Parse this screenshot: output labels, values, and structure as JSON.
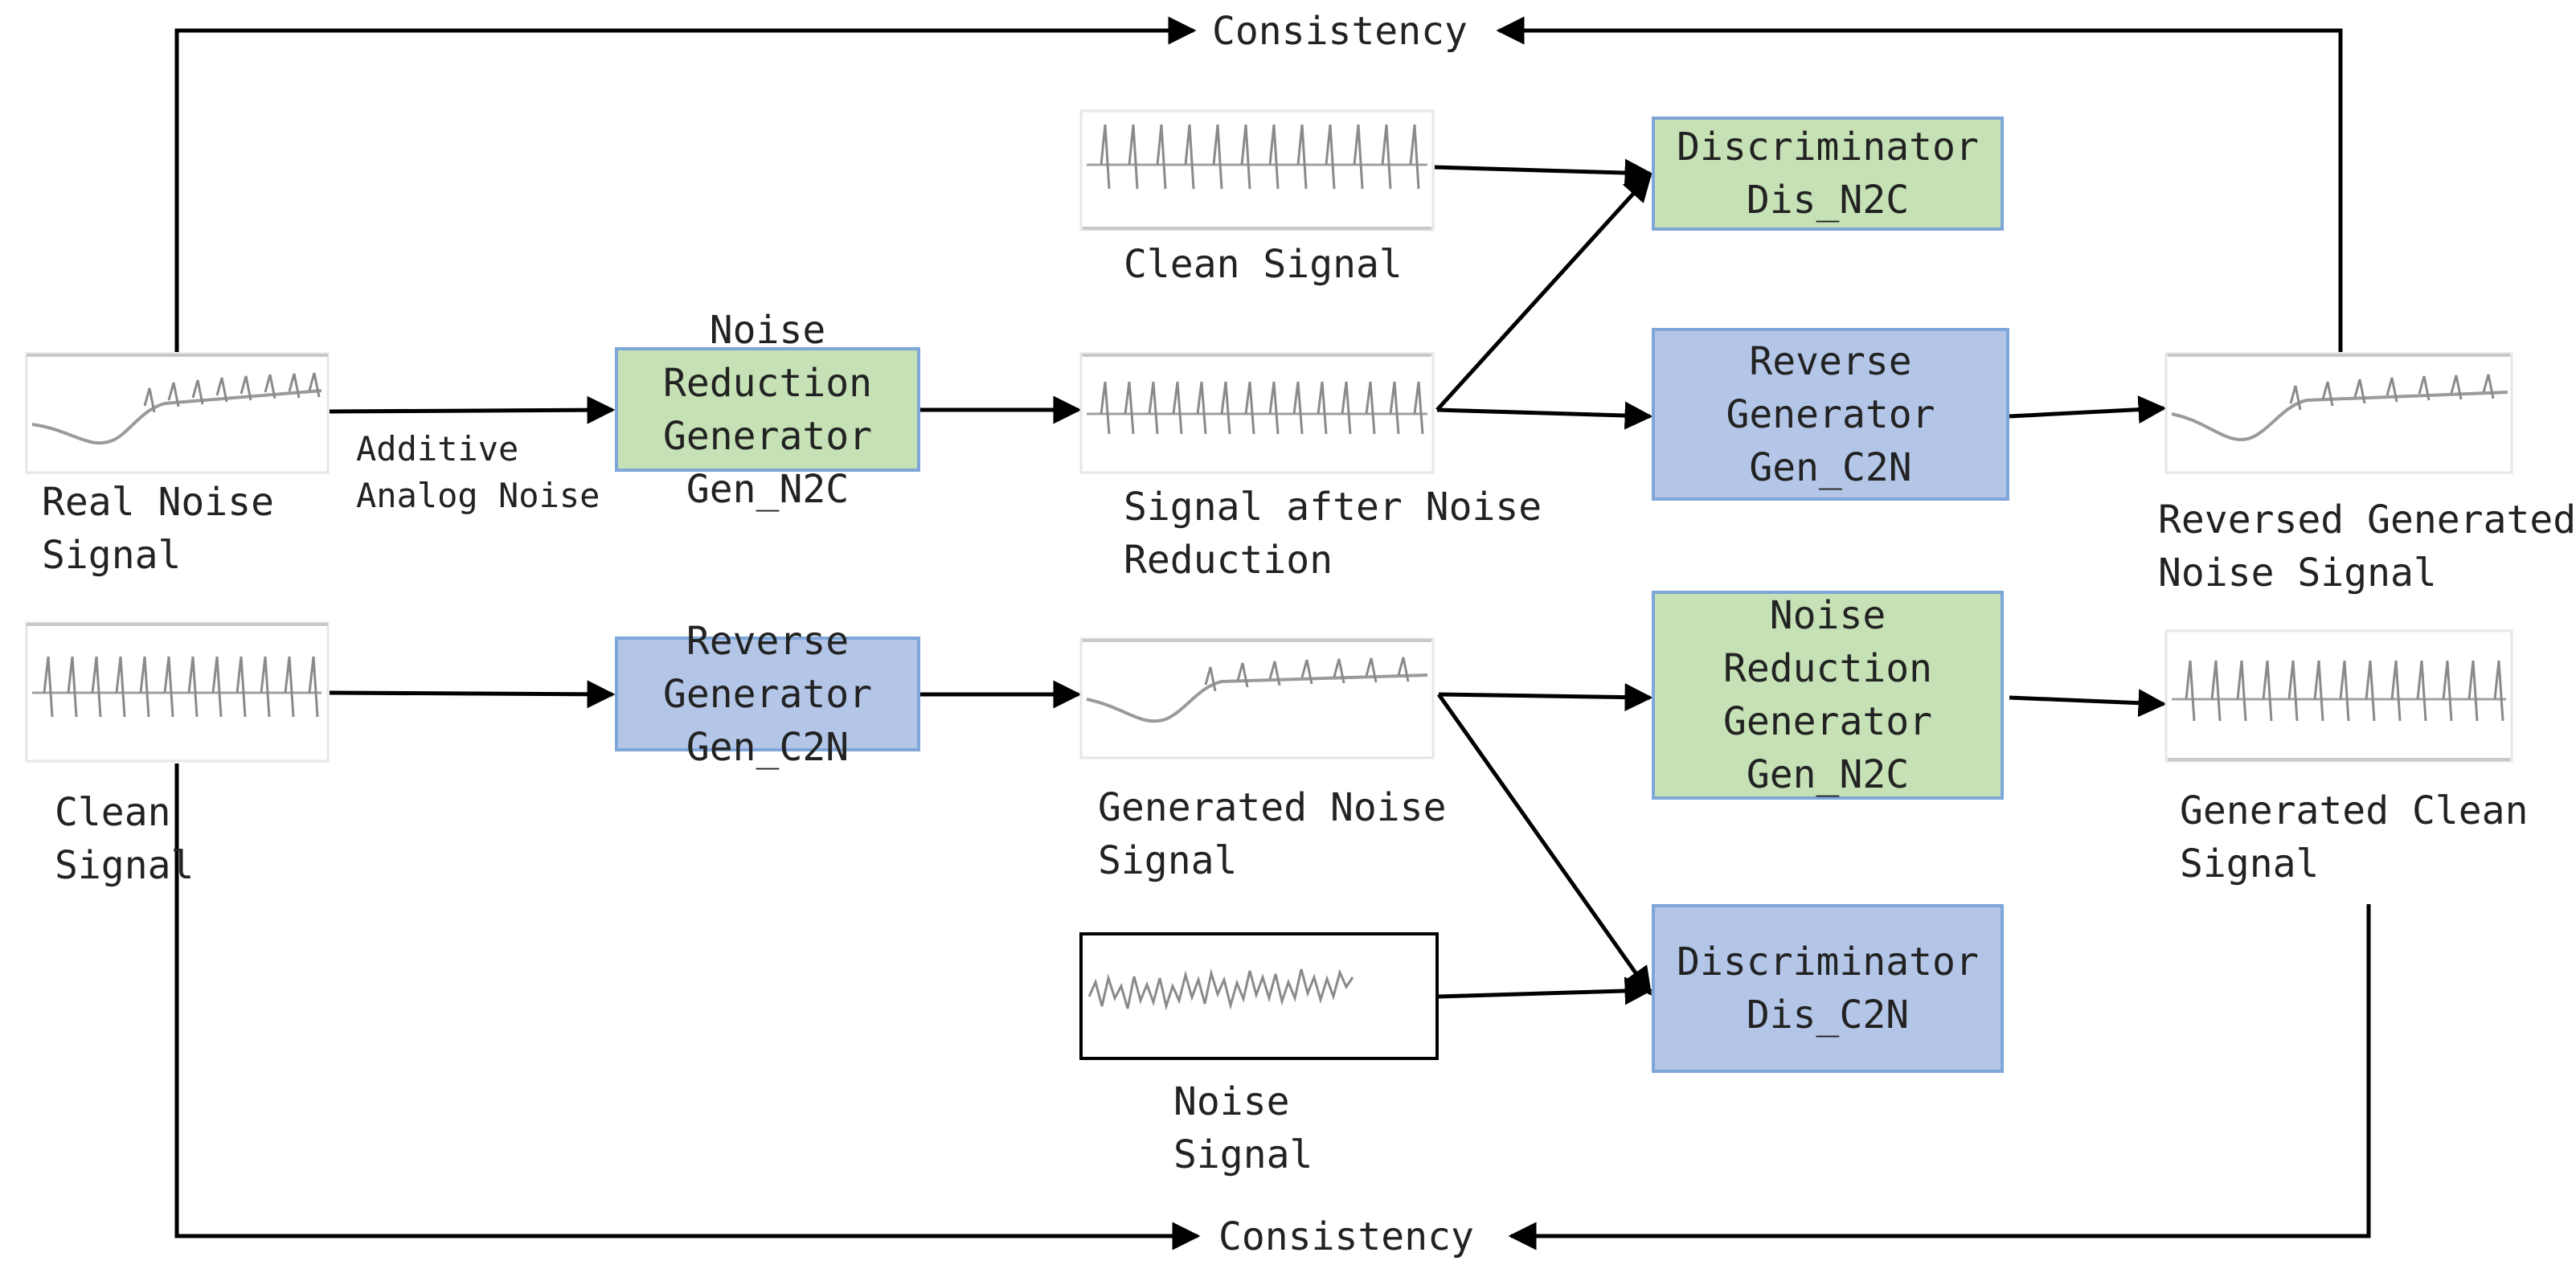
{
  "consistency_top": "Consistency",
  "consistency_bottom": "Consistency",
  "inputs": {
    "real_noise_line1": "Real Noise",
    "real_noise_line2": "Signal",
    "clean_line1": "Clean",
    "clean_line2": "Signal",
    "additive_line1": "Additive",
    "additive_line2": "Analog Noise"
  },
  "boxes": {
    "gen_n2c_top_prefix": "Noise",
    "gen_n2c_top": "Reduction\nGenerator\nGen_N2C",
    "gen_c2n_top": "Reverse\nGenerator\nGen_C2N",
    "gen_c2n_mid": "Reverse\nGenerator\nGen_C2N",
    "dis_n2c": "Discriminator\nDis_N2C",
    "gen_n2c_bottom": "Noise\nReduction\nGenerator\nGen_N2C",
    "dis_c2n": "Discriminator\nDis_C2N"
  },
  "signals": {
    "clean_signal_top": "Clean Signal",
    "after_reduction_line1": "Signal after Noise",
    "after_reduction_line2": "Reduction",
    "generated_noise_line1": "Generated Noise",
    "generated_noise_line2": "Signal",
    "noise_signal_line1": "Noise",
    "noise_signal_line2": "Signal",
    "reversed_line1": "Reversed Generated",
    "reversed_line2": "Noise Signal",
    "generated_clean_line1": "Generated Clean",
    "generated_clean_line2": "Signal"
  },
  "colors": {
    "green_box": "#c5e1b5",
    "blue_box": "#b3c6e7",
    "box_border": "#7ea6d8",
    "waveform": "#8a8a8a"
  }
}
